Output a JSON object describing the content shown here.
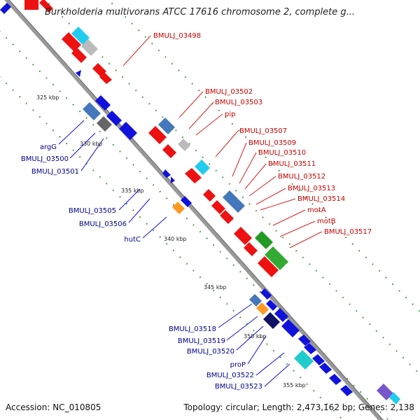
{
  "title": "Burkholderia multivorans ATCC 17616 chromosome 2, complete g...",
  "footer": {
    "accession": "Accession: NC_010805",
    "summary": "Topology: circular; Length: 2,473,162 bp; Genes: 2,138"
  },
  "colors": {
    "forward": "#ee1111",
    "reverse": "#1111dd",
    "backbone": "#999999",
    "label_forward": "#cc0000",
    "label_reverse": "#00008b",
    "ticks": "#228822"
  },
  "scale_ticks": [
    "325 kbp",
    "330 kbp",
    "335 kbp",
    "340 kbp",
    "345 kbp",
    "350 kbp",
    "355 kbp"
  ],
  "forward_labels": [
    "BMULJ_03498",
    "BMULJ_03502",
    "BMULJ_03503",
    "pip",
    "BMULJ_03507",
    "BMULJ_03509",
    "BMULJ_03510",
    "BMULJ_03511",
    "BMULJ_03512",
    "BMULJ_03513",
    "BMULJ_03514",
    "motA",
    "motB",
    "BMULJ_03517"
  ],
  "reverse_labels": [
    "argG",
    "BMULJ_03500",
    "BMULJ_03501",
    "BMULJ_03505",
    "BMULJ_03506",
    "hutC",
    "BMULJ_03518",
    "BMULJ_03519",
    "BMULJ_03520",
    "proP",
    "BMULJ_03522",
    "BMULJ_03523"
  ]
}
